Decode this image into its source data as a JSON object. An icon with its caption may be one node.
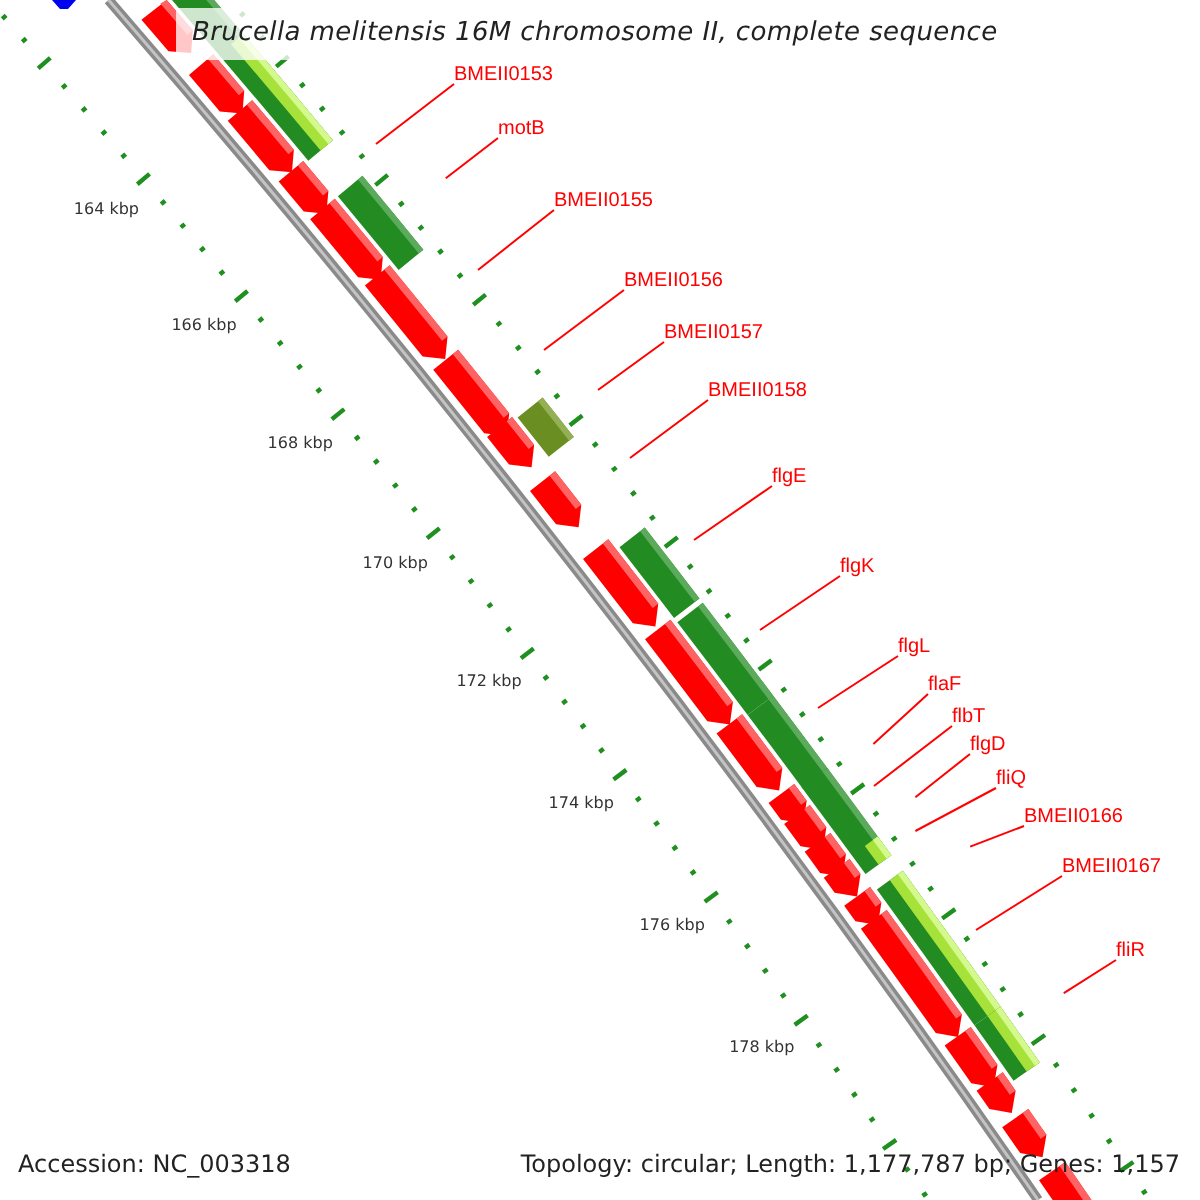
{
  "diagram": {
    "title": "Brucella melitensis 16M chromosome II, complete sequence",
    "nodes": [
      {
        "text": [
          "BMEII0153"
        ]
      },
      {
        "text": [
          "motB"
        ]
      },
      {
        "text": [
          "BMEII0155"
        ]
      },
      {
        "text": [
          "BMEII0156"
        ]
      },
      {
        "text": [
          "BMEII0157"
        ]
      },
      {
        "text": [
          "BMEII0158"
        ]
      },
      {
        "text": [
          "flgE"
        ]
      },
      {
        "text": [
          "flgK"
        ]
      },
      {
        "text": [
          "flgL"
        ]
      },
      {
        "text": [
          "flaF"
        ]
      },
      {
        "text": [
          "flbT"
        ]
      },
      {
        "text": [
          "flgD"
        ]
      },
      {
        "text": [
          "fliQ"
        ]
      },
      {
        "text": [
          "BMEII0166"
        ]
      },
      {
        "text": [
          "BMEII0167"
        ]
      },
      {
        "text": [
          "fliR"
        ]
      }
    ],
    "edges": [
      {
        "from": 0,
        "to": null,
        "arrow": "none"
      },
      {
        "from": 1,
        "to": null,
        "arrow": "none"
      },
      {
        "from": 2,
        "to": null,
        "arrow": "none"
      },
      {
        "from": 3,
        "to": null,
        "arrow": "none"
      },
      {
        "from": 4,
        "to": null,
        "arrow": "none"
      },
      {
        "from": 5,
        "to": null,
        "arrow": "none"
      },
      {
        "from": 6,
        "to": null,
        "arrow": "none"
      },
      {
        "from": 7,
        "to": null,
        "arrow": "none"
      },
      {
        "from": 8,
        "to": null,
        "arrow": "none"
      },
      {
        "from": 9,
        "to": null,
        "arrow": "none"
      },
      {
        "from": 10,
        "to": null,
        "arrow": "none"
      },
      {
        "from": 11,
        "to": null,
        "arrow": "none"
      },
      {
        "from": 12,
        "to": null,
        "arrow": "none"
      },
      {
        "from": 13,
        "to": null,
        "arrow": "none"
      },
      {
        "from": 14,
        "to": null,
        "arrow": "none"
      },
      {
        "from": 15,
        "to": null,
        "arrow": "none"
      }
    ],
    "labels": [
      "164 kbp",
      "166 kbp",
      "168 kbp",
      "170 kbp",
      "172 kbp",
      "174 kbp",
      "176 kbp",
      "178 kbp",
      "Accession: NC_003318",
      "Topology: circular; Length: 1,177,787 bp; Genes: 1,157"
    ]
  }
}
